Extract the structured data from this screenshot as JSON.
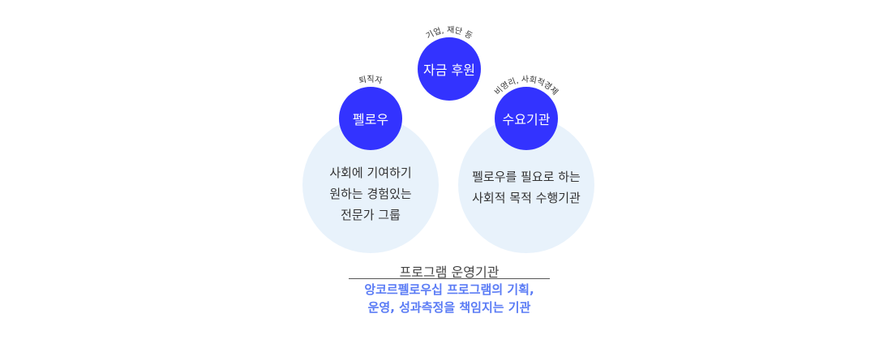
{
  "fellow": {
    "title": "펠로우",
    "tag": "퇴직자",
    "desc": [
      "사회에 기여하기",
      "원하는 경험있는",
      "전문가 그룹"
    ]
  },
  "funding": {
    "title": "자금 후원",
    "tag": "기업, 재단 등"
  },
  "demand": {
    "title": "수요기관",
    "tag": "비영리, 사회적경제",
    "desc": [
      "펠로우를 필요로 하는",
      "사회적 목적 수행기관"
    ]
  },
  "operator": {
    "title": "프로그램 운영기관",
    "desc": [
      "앙코르펠로우십 프로그램의 기획,",
      "운영, 성과측정을 책임지는 기관"
    ]
  },
  "colors": {
    "accent": "#3333ff",
    "light": "#e8f2fb",
    "highlight": "#5b7cf5"
  }
}
